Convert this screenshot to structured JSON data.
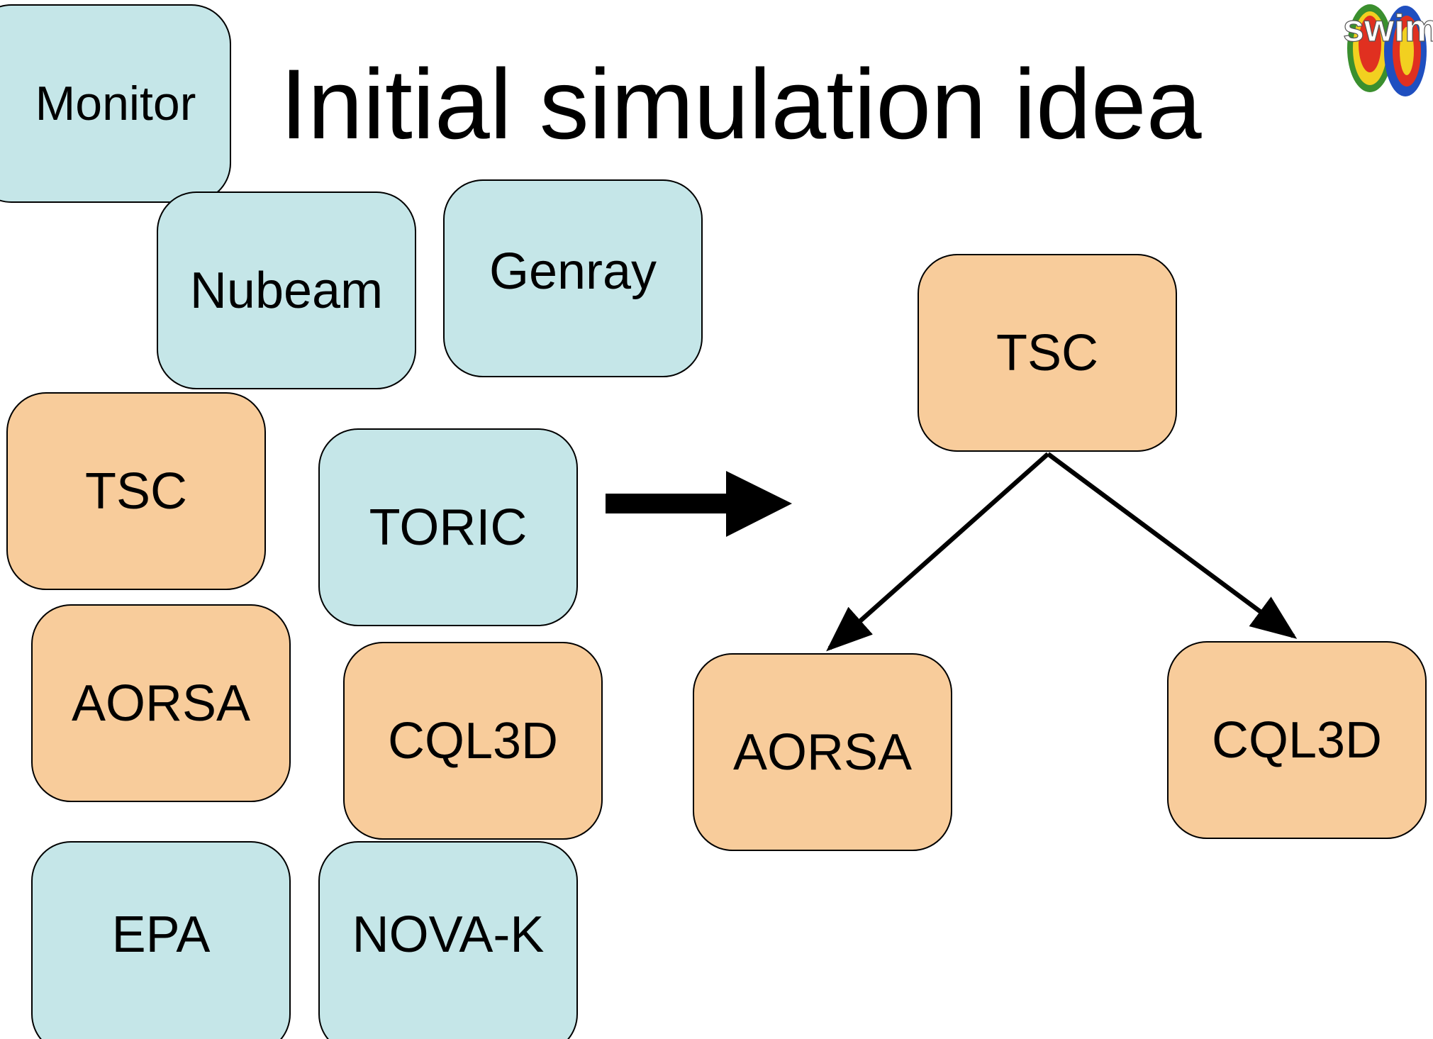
{
  "slide": {
    "title": "Initial simulation idea",
    "logo_text": "swim",
    "left_group": {
      "monitor": "Monitor",
      "nubeam": "Nubeam",
      "genray": "Genray",
      "tsc": "TSC",
      "toric": "TORIC",
      "aorsa": "AORSA",
      "cql3d": "CQL3D",
      "epa": "EPA",
      "nova_k": "NOVA-K"
    },
    "right_group": {
      "tsc": "TSC",
      "aorsa": "AORSA",
      "cql3d": "CQL3D"
    }
  },
  "colors": {
    "component_blue": "#c5e6e8",
    "component_orange": "#f8cc9b",
    "outline": "#000000"
  }
}
